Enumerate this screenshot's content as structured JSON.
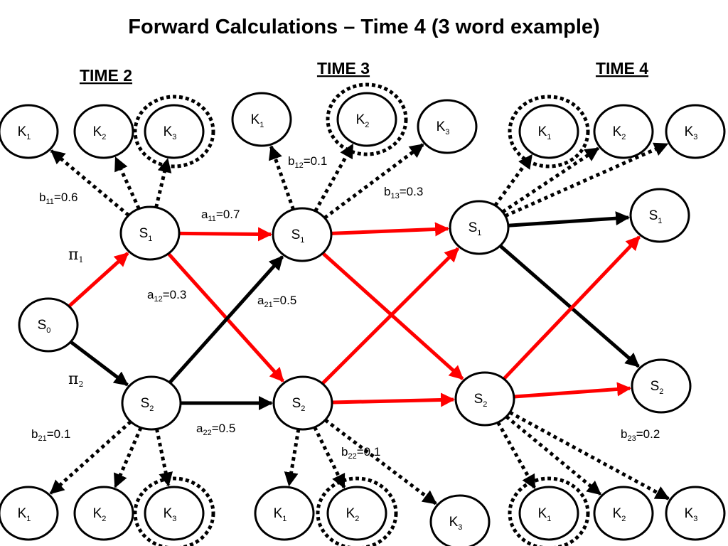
{
  "title": "Forward Calculations – Time 4 (3 word example)",
  "headers": [
    "TIME 2",
    "TIME 3",
    "TIME 4"
  ],
  "colors": {
    "red": "#ff0000",
    "black": "#000000"
  },
  "nodes": [
    {
      "id": "s0",
      "base": "S",
      "sub": "0"
    },
    {
      "id": "s1_t2",
      "base": "S",
      "sub": "1"
    },
    {
      "id": "s2_t2",
      "base": "S",
      "sub": "2"
    },
    {
      "id": "s1_t3",
      "base": "S",
      "sub": "1"
    },
    {
      "id": "s2_t3",
      "base": "S",
      "sub": "2"
    },
    {
      "id": "s1_t4",
      "base": "S",
      "sub": "1"
    },
    {
      "id": "s2_t4",
      "base": "S",
      "sub": "2"
    },
    {
      "id": "s1_t5",
      "base": "S",
      "sub": "1"
    },
    {
      "id": "s2_t5",
      "base": "S",
      "sub": "2"
    },
    {
      "id": "k1_t2_top",
      "base": "K",
      "sub": "1"
    },
    {
      "id": "k2_t2_top",
      "base": "K",
      "sub": "2"
    },
    {
      "id": "k3_t2_top",
      "base": "K",
      "sub": "3",
      "highlight": true
    },
    {
      "id": "k1_t3_top",
      "base": "K",
      "sub": "1"
    },
    {
      "id": "k2_t3_top",
      "base": "K",
      "sub": "2",
      "highlight": true
    },
    {
      "id": "k3_t3_top",
      "base": "K",
      "sub": "3"
    },
    {
      "id": "k1_t4_top",
      "base": "K",
      "sub": "1",
      "highlight": true
    },
    {
      "id": "k2_t4_top",
      "base": "K",
      "sub": "2"
    },
    {
      "id": "k3_t4_top",
      "base": "K",
      "sub": "3"
    },
    {
      "id": "k1_t2_bot",
      "base": "K",
      "sub": "1"
    },
    {
      "id": "k2_t2_bot",
      "base": "K",
      "sub": "2"
    },
    {
      "id": "k3_t2_bot",
      "base": "K",
      "sub": "3",
      "highlight": true
    },
    {
      "id": "k1_t3_bot",
      "base": "K",
      "sub": "1"
    },
    {
      "id": "k2_t3_bot",
      "base": "K",
      "sub": "2",
      "highlight": true
    },
    {
      "id": "k3_t3_bot",
      "base": "K",
      "sub": "3"
    },
    {
      "id": "k1_t4_bot",
      "base": "K",
      "sub": "1",
      "highlight": true
    },
    {
      "id": "k2_t4_bot",
      "base": "K",
      "sub": "2"
    },
    {
      "id": "k3_t4_bot",
      "base": "K",
      "sub": "3"
    }
  ],
  "edges": [
    {
      "from": "s0",
      "to": "s1_t2",
      "style": "solid",
      "color": "red"
    },
    {
      "from": "s0",
      "to": "s2_t2",
      "style": "solid",
      "color": "black"
    },
    {
      "from": "s1_t2",
      "to": "s1_t3",
      "style": "solid",
      "color": "red"
    },
    {
      "from": "s1_t2",
      "to": "s2_t3",
      "style": "solid",
      "color": "red"
    },
    {
      "from": "s2_t2",
      "to": "s1_t3",
      "style": "solid",
      "color": "black"
    },
    {
      "from": "s2_t2",
      "to": "s2_t3",
      "style": "solid",
      "color": "black"
    },
    {
      "from": "s1_t3",
      "to": "s1_t4",
      "style": "solid",
      "color": "red"
    },
    {
      "from": "s1_t3",
      "to": "s2_t4",
      "style": "solid",
      "color": "red"
    },
    {
      "from": "s2_t3",
      "to": "s1_t4",
      "style": "solid",
      "color": "red"
    },
    {
      "from": "s2_t3",
      "to": "s2_t4",
      "style": "solid",
      "color": "red"
    },
    {
      "from": "s1_t4",
      "to": "s1_t5",
      "style": "solid",
      "color": "black"
    },
    {
      "from": "s1_t4",
      "to": "s2_t5",
      "style": "solid",
      "color": "black"
    },
    {
      "from": "s2_t4",
      "to": "s1_t5",
      "style": "solid",
      "color": "red"
    },
    {
      "from": "s2_t4",
      "to": "s2_t5",
      "style": "solid",
      "color": "red"
    },
    {
      "from": "s1_t2",
      "to": "k1_t2_top",
      "style": "dotted"
    },
    {
      "from": "s1_t2",
      "to": "k2_t2_top",
      "style": "dotted"
    },
    {
      "from": "s1_t2",
      "to": "k3_t2_top",
      "style": "dotted"
    },
    {
      "from": "s1_t3",
      "to": "k1_t3_top",
      "style": "dotted"
    },
    {
      "from": "s1_t3",
      "to": "k2_t3_top",
      "style": "dotted"
    },
    {
      "from": "s1_t3",
      "to": "k3_t3_top",
      "style": "dotted"
    },
    {
      "from": "s1_t4",
      "to": "k1_t4_top",
      "style": "dotted"
    },
    {
      "from": "s1_t4",
      "to": "k2_t4_top",
      "style": "dotted"
    },
    {
      "from": "s1_t4",
      "to": "k3_t4_top",
      "style": "dotted"
    },
    {
      "from": "s2_t2",
      "to": "k1_t2_bot",
      "style": "dotted"
    },
    {
      "from": "s2_t2",
      "to": "k2_t2_bot",
      "style": "dotted"
    },
    {
      "from": "s2_t2",
      "to": "k3_t2_bot",
      "style": "dotted"
    },
    {
      "from": "s2_t3",
      "to": "k1_t3_bot",
      "style": "dotted"
    },
    {
      "from": "s2_t3",
      "to": "k2_t3_bot",
      "style": "dotted"
    },
    {
      "from": "s2_t3",
      "to": "k3_t3_bot",
      "style": "dotted"
    },
    {
      "from": "s2_t4",
      "to": "k1_t4_bot",
      "style": "dotted"
    },
    {
      "from": "s2_t4",
      "to": "k2_t4_bot",
      "style": "dotted"
    },
    {
      "from": "s2_t4",
      "to": "k3_t4_bot",
      "style": "dotted"
    }
  ],
  "labels": [
    {
      "id": "pi1",
      "base": "π",
      "sub": "1",
      "kind": "pi"
    },
    {
      "id": "pi2",
      "base": "π",
      "sub": "2",
      "kind": "pi"
    },
    {
      "id": "b11",
      "base": "b",
      "sub": "11",
      "rest": "=0.6"
    },
    {
      "id": "b12",
      "base": "b",
      "sub": "12",
      "rest": "=0.1"
    },
    {
      "id": "b13",
      "base": "b",
      "sub": "13",
      "rest": "=0.3"
    },
    {
      "id": "a11",
      "base": "a",
      "sub": "11",
      "rest": "=0.7"
    },
    {
      "id": "a12",
      "base": "a",
      "sub": "12",
      "rest": "=0.3"
    },
    {
      "id": "a21",
      "base": "a",
      "sub": "21",
      "rest": "=0.5"
    },
    {
      "id": "a22",
      "base": "a",
      "sub": "22",
      "rest": "=0.5"
    },
    {
      "id": "b21",
      "base": "b",
      "sub": "21",
      "rest": "=0.1"
    },
    {
      "id": "b22",
      "base": "b",
      "sub": "22",
      "rest": "=0.1"
    },
    {
      "id": "b23",
      "base": "b",
      "sub": "23",
      "rest": "=0.2"
    }
  ]
}
